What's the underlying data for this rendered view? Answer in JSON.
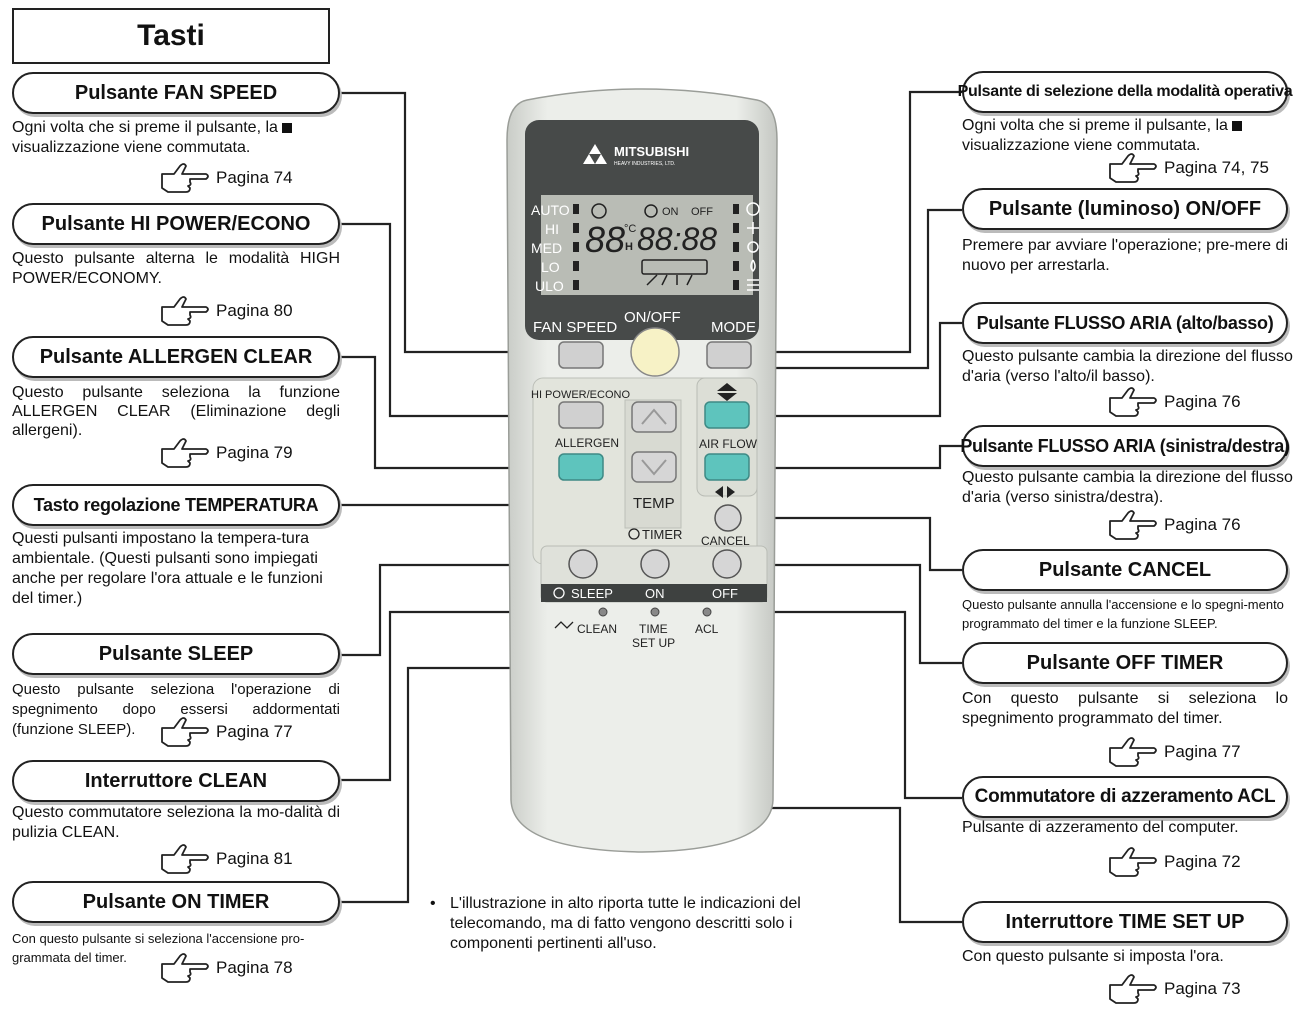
{
  "title": "Tasti",
  "remote": {
    "brand": "MITSUBISHI",
    "brand_sub": "HEAVY INDUSTRIES, LTD.",
    "lcd": {
      "fan_levels": [
        "AUTO",
        "HI",
        "MED",
        "LO",
        "ULO"
      ],
      "temp_digits": "88",
      "unit_c": "°C",
      "unit_h": "H",
      "clock_digits": "88:88",
      "on_label": "ON",
      "off_label": "OFF"
    },
    "labels": {
      "fan_speed": "FAN SPEED",
      "on_off": "ON/OFF",
      "mode": "MODE",
      "hi_power": "HI POWER/ECONO",
      "allergen": "ALLERGEN",
      "air_flow": "AIR FLOW",
      "temp": "TEMP",
      "timer": "TIMER",
      "cancel": "CANCEL",
      "sleep": "SLEEP",
      "on": "ON",
      "off": "OFF",
      "clean": "CLEAN",
      "time": "TIME",
      "set_up": "SET UP",
      "acl": "ACL"
    }
  },
  "left": [
    {
      "name": "Pulsante FAN SPEED",
      "desc_a": "Ogni volta che si preme il pulsante, la",
      "desc_b": "visualizzazione viene commutata.",
      "page": "Pagina 74"
    },
    {
      "name": "Pulsante HI POWER/ECONO",
      "desc": "Questo pulsante alterna le modalità HIGH POWER/ECONOMY.",
      "page": "Pagina 80"
    },
    {
      "name": "Pulsante ALLERGEN CLEAR",
      "desc": "Questo pulsante seleziona la funzione ALLERGEN CLEAR (Eliminazione degli allergeni).",
      "page": "Pagina 79"
    },
    {
      "name": "Tasto regolazione TEMPERATURA",
      "desc": "Questi pulsanti impostano la tempera-tura ambientale. (Questi pulsanti sono impiegati anche per regolare l'ora attuale e le funzioni del timer.)"
    },
    {
      "name": "Pulsante SLEEP",
      "desc": "Questo pulsante seleziona l'operazione di spegnimento dopo essersi addormentati (funzione SLEEP).",
      "page": "Pagina 77"
    },
    {
      "name": "Interruttore CLEAN",
      "desc": "Questo commutatore seleziona la mo-dalità di pulizia CLEAN.",
      "page": "Pagina 81"
    },
    {
      "name": "Pulsante ON TIMER",
      "desc": "Con questo pulsante si seleziona l'accensione pro-grammata del timer.",
      "page": "Pagina 78"
    }
  ],
  "right": [
    {
      "name": "Pulsante di selezione della modalità operativa",
      "desc_a": "Ogni volta che si preme il pulsante, la",
      "desc_b": "visualizzazione viene commutata.",
      "page": "Pagina 74, 75"
    },
    {
      "name": "Pulsante (luminoso) ON/OFF",
      "desc": "Premere par avviare l'operazione; pre-mere di nuovo per arrestarla."
    },
    {
      "name": "Pulsante FLUSSO ARIA (alto/basso)",
      "desc": "Questo pulsante cambia la direzione del flusso d'aria (verso l'alto/il basso).",
      "page": "Pagina 76"
    },
    {
      "name": "Pulsante FLUSSO ARIA (sinistra/destra)",
      "desc": "Questo pulsante cambia la direzione del flusso d'aria (verso sinistra/destra).",
      "page": "Pagina 76"
    },
    {
      "name": "Pulsante CANCEL",
      "desc": "Questo pulsante annulla l'accensione e lo spegni-mento programmato del timer e la funzione SLEEP."
    },
    {
      "name": "Pulsante OFF TIMER",
      "desc": "Con questo pulsante si seleziona lo spegnimento programmato del timer.",
      "page": "Pagina 77"
    },
    {
      "name": "Commutatore di azzeramento ACL",
      "desc": "Pulsante di azzeramento del computer.",
      "page": "Pagina 72"
    },
    {
      "name": "Interruttore TIME SET UP",
      "desc": "Con questo pulsante si imposta l'ora.",
      "page": "Pagina 73"
    }
  ],
  "note": "L'illustrazione in alto riporta tutte le indicazioni del telecomando, ma di fatto vengono descritti solo i componenti pertinenti all'uso.",
  "colors": {
    "button_teal": "#5ec4bd",
    "button_grey": "#d0d0d0",
    "remote_body": "#e9ebe7",
    "lcd_bg": "#b9bcb5"
  }
}
